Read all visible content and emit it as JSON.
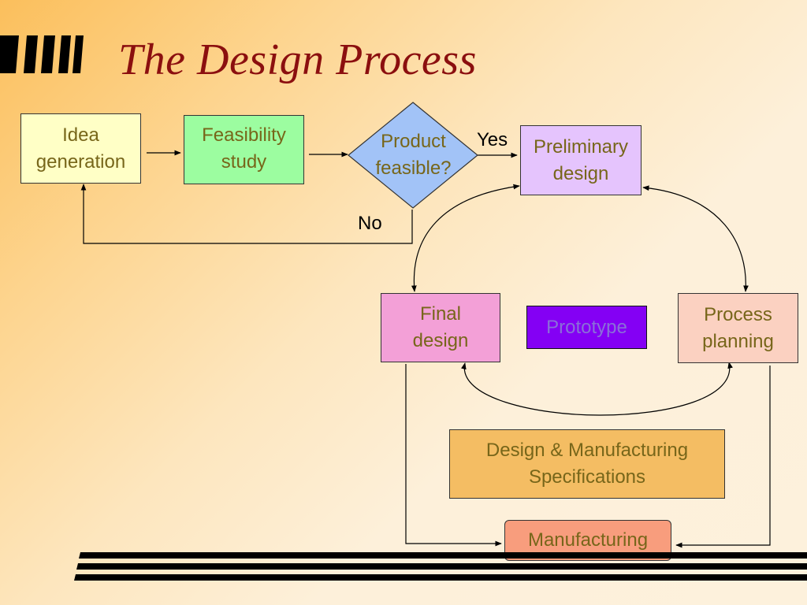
{
  "title": "The Design Process",
  "nodes": {
    "idea_generation": "Idea\ngeneration",
    "feasibility_study": "Feasibility\nstudy",
    "product_feasible": "Product\nfeasible?",
    "preliminary_design": "Preliminary\ndesign",
    "final_design": "Final\ndesign",
    "prototype": "Prototype",
    "process_planning": "Process\nplanning",
    "specifications": "Design & Manufacturing\nSpecifications",
    "manufacturing": "Manufacturing"
  },
  "edge_labels": {
    "yes": "Yes",
    "no": "No"
  },
  "colors": {
    "title": "#8b0f0f",
    "text": "#77661a",
    "idea_generation": "#ffffc6",
    "feasibility_study": "#9cfda0",
    "product_feasible": "#a2c3f7",
    "preliminary_design": "#e5c4fd",
    "final_design": "#f3a0d7",
    "prototype": "#8400f4",
    "process_planning": "#fbd1c1",
    "specifications": "#f4bd63",
    "manufacturing": "#f89d7d"
  }
}
